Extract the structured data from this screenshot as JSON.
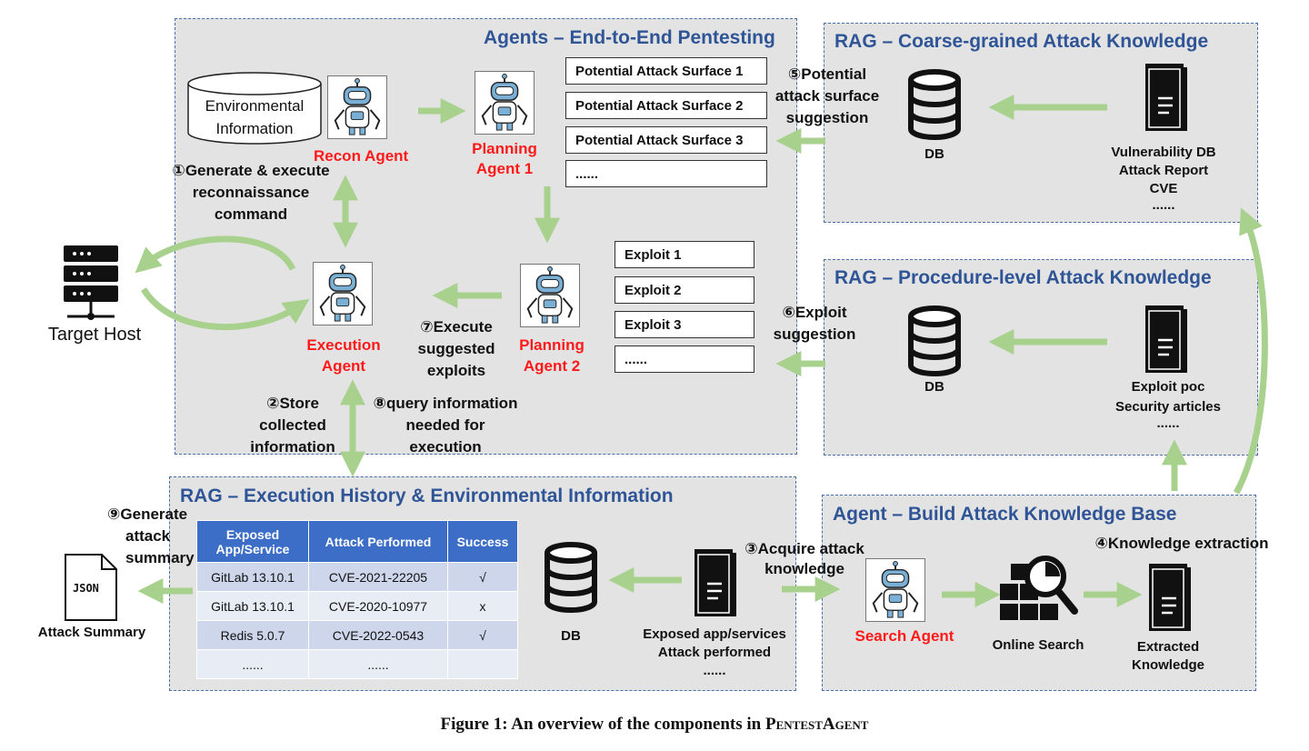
{
  "panels": {
    "agents": "Agents – End-to-End Pentesting",
    "coarse": "RAG – Coarse-grained Attack Knowledge",
    "procedure": "RAG – Procedure-level Attack Knowledge",
    "history": "RAG – Execution History & Environmental Information",
    "build": "Agent – Build Attack Knowledge Base"
  },
  "env_info": [
    "Environmental",
    "Information"
  ],
  "agents": {
    "recon": "Recon Agent",
    "planning1": [
      "Planning",
      "Agent 1"
    ],
    "execution": [
      "Execution",
      "Agent"
    ],
    "planning2": [
      "Planning",
      "Agent 2"
    ],
    "search": "Search Agent"
  },
  "attack_surfaces": [
    "Potential Attack Surface 1",
    "Potential Attack Surface 2",
    "Potential Attack Surface 3",
    "......"
  ],
  "exploits": [
    "Exploit 1",
    "Exploit 2",
    "Exploit 3",
    "......"
  ],
  "target_host": "Target Host",
  "steps": {
    "s1": [
      "①Generate & execute",
      "reconnaissance",
      "command"
    ],
    "s2": [
      "②Store",
      "collected",
      "information"
    ],
    "s3": [
      "③Acquire attack",
      "knowledge"
    ],
    "s4": "④Knowledge extraction",
    "s5": [
      "⑤Potential",
      "attack surface",
      "suggestion"
    ],
    "s6": [
      "⑥Exploit",
      "suggestion"
    ],
    "s7": [
      "⑦Execute",
      "suggested",
      "exploits"
    ],
    "s8": [
      "⑧query information",
      "needed for",
      "execution"
    ],
    "s9": [
      "⑨Generate",
      "attack",
      "summary"
    ]
  },
  "db_label": "DB",
  "coarse_sources": [
    "Vulnerability DB",
    "Attack Report",
    "CVE",
    "......"
  ],
  "procedure_sources": [
    "Exploit poc",
    "Security articles",
    "......"
  ],
  "history_sources": [
    "Exposed app/services",
    "Attack performed",
    "......"
  ],
  "online_search": "Online Search",
  "extracted": [
    "Extracted",
    "Knowledge"
  ],
  "attack_summary": "Attack Summary",
  "json_icon_text": "JSON",
  "table": {
    "headers": [
      "Exposed App/Service",
      "Attack Performed",
      "Success"
    ],
    "rows": [
      [
        "GitLab 13.10.1",
        "CVE-2021-22205",
        "√"
      ],
      [
        "GitLab 13.10.1",
        "CVE-2020-10977",
        "x"
      ],
      [
        "Redis 5.0.7",
        "CVE-2022-0543",
        "√"
      ],
      [
        "......",
        "......",
        ""
      ]
    ]
  },
  "caption_prefix": "Figure 1: An overview of the components in ",
  "caption_name": "PentestAgent",
  "colors": {
    "arrow": "#a9d18e",
    "title_blue": "#2f5597",
    "agent_red": "#ff1a1a",
    "table_header": "#3d6ec7"
  }
}
